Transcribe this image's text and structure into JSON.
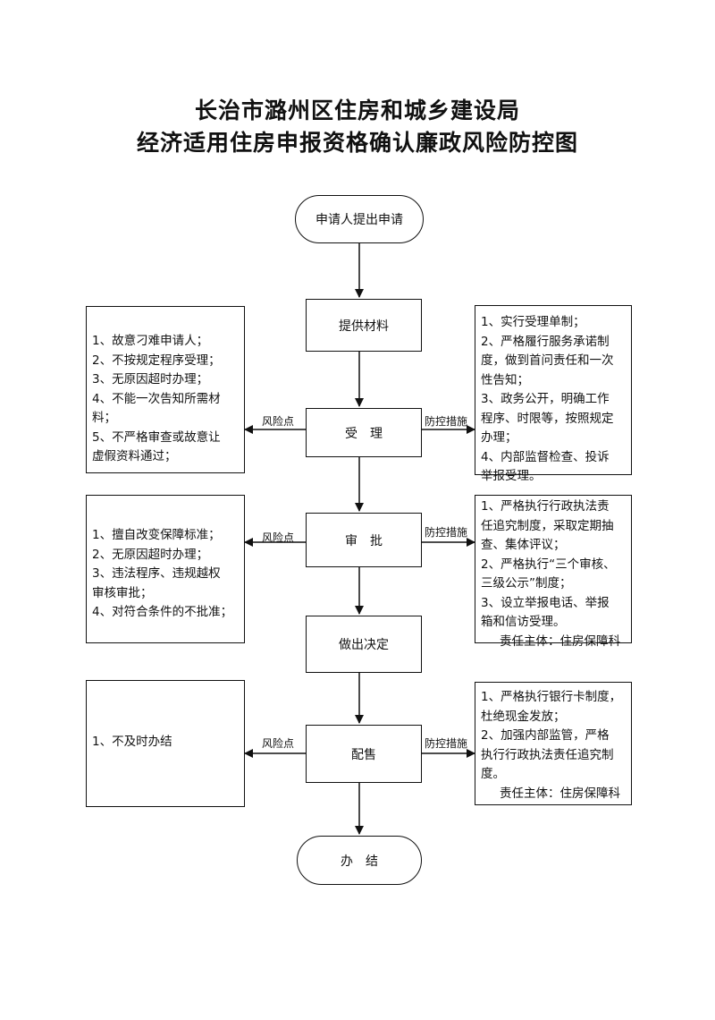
{
  "title": {
    "line1": "长治市潞州区住房和城乡建设局",
    "line2": "经济适用住房申报资格确认廉政风险防控图"
  },
  "flow": {
    "start": "申请人提出申请",
    "step1": "提供材料",
    "step2": "受　理",
    "step3": "审　批",
    "step4": "做出决定",
    "step5": "配售",
    "end": "办　结"
  },
  "labels": {
    "risk": "风险点",
    "control": "防控措施"
  },
  "risks": {
    "accept": [
      "1、故意刁难申请人；",
      "2、不按规定程序受理；",
      "3、无原因超时办理；",
      "4、不能一次告知所需材",
      "料；",
      "5、不严格审查或故意让",
      "虚假资料通过；"
    ],
    "approve": [
      "1、擅自改变保障标准；",
      "2、无原因超时办理；",
      "3、违法程序、违规越权",
      "审核审批；",
      "4、对符合条件的不批准；"
    ],
    "sale": [
      "1、不及时办结"
    ]
  },
  "controls": {
    "accept": [
      "1、实行受理单制；",
      "2、严格履行服务承诺制",
      "度，做到首问责任和一次",
      "性告知；",
      "3、政务公开，明确工作",
      "程序、时限等，按照规定",
      "办理；",
      "4、内部监督检查、投诉",
      "举报受理。"
    ],
    "approve": [
      "1、严格执行行政执法责",
      "任追究制度，采取定期抽",
      "查、集体评议；",
      "2、严格执行“三个审核、",
      "三级公示”制度；",
      "3、设立举报电话、举报",
      "箱和信访受理。"
    ],
    "approve_resp": "责任主体：住房保障科",
    "sale": [
      "1、严格执行银行卡制度，",
      "杜绝现金发放；",
      "2、加强内部监管，严格",
      "执行行政执法责任追究制",
      "度。"
    ],
    "sale_resp": "责任主体：住房保障科"
  }
}
